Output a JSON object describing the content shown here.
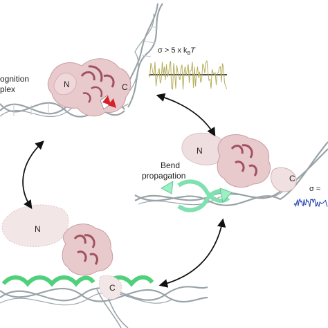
{
  "labels": {
    "recognition_line1": "ognition",
    "recognition_line2": "plex",
    "bend_line1": "Bend",
    "bend_line2": "propagation",
    "n_top": "N",
    "c_top": "C",
    "n_mid": "N",
    "c_mid": "C",
    "n_bottom": "N",
    "c_bottom": "C",
    "sigma_top": "σ > 5 x k",
    "sigma_top_sub": "B",
    "sigma_top_tail": "T",
    "sigma_right": "σ ≈ "
  },
  "colors": {
    "dna_strand": "#9aa3a8",
    "protein": "#e8c9cc",
    "protein_dark": "#a0505e",
    "noise_top": "#b5ad5a",
    "noise_right": "#1f3fb0",
    "bend_green": "#7fe0b0",
    "bottom_green": "#4fd07a",
    "red_marker": "#d81f2a",
    "arrow": "#111111"
  }
}
